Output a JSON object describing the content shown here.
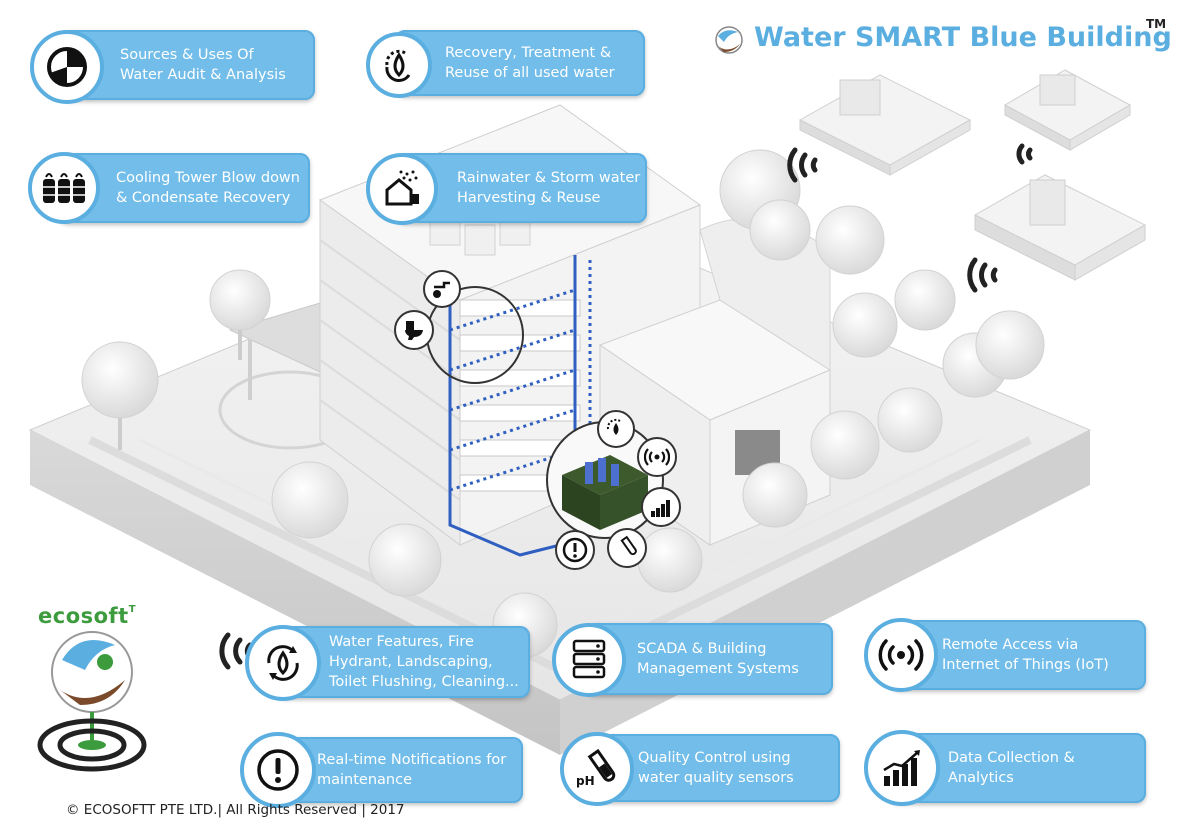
{
  "header": {
    "title": "Water SMART Blue Building",
    "trademark": "TM"
  },
  "brand": {
    "name": "ecosoft",
    "superscript": "T"
  },
  "labels": {
    "sources_uses": "Sources & Uses Of\nWater Audit & Analysis",
    "recovery_treatment": "Recovery, Treatment &\nReuse of all used water",
    "cooling_tower": "Cooling Tower Blow down\n& Condensate Recovery",
    "rainwater": "Rainwater & Storm water\nHarvesting & Reuse",
    "water_features": "Water Features, Fire\nHydrant, Landscaping,\nToilet Flushing, Cleaning...",
    "scada": "SCADA & Building\nManagement Systems",
    "remote_access": "Remote Access via\nInternet of Things (IoT)",
    "notifications": "Real-time Notifications for\nmaintenance",
    "quality_control": "Quality Control using\nwater quality sensors",
    "data_collection": "Data Collection &\nAnalytics"
  },
  "icons": {
    "sources_uses": "pie-chart-icon",
    "recovery_treatment": "water-recycle-icon",
    "cooling_tower": "cooling-tower-icon",
    "rainwater": "rain-house-icon",
    "water_features": "water-cycle-icon",
    "scada": "server-icon",
    "remote_access": "wireless-signal-icon",
    "notifications": "alert-icon",
    "quality_control": "ph-test-tube-icon",
    "data_collection": "bar-chart-icon",
    "ph_text": "pH"
  },
  "footer": {
    "copyright": "© ECOSOFTT PTE LTD.| All Rights Reserved | 2017"
  },
  "colors": {
    "label_blue": "#72bde9",
    "border_blue": "#5aaee0",
    "pipe_blue": "#2f5fc0",
    "brand_green": "#3c9b3c",
    "brand_brown": "#7a4a2a"
  }
}
